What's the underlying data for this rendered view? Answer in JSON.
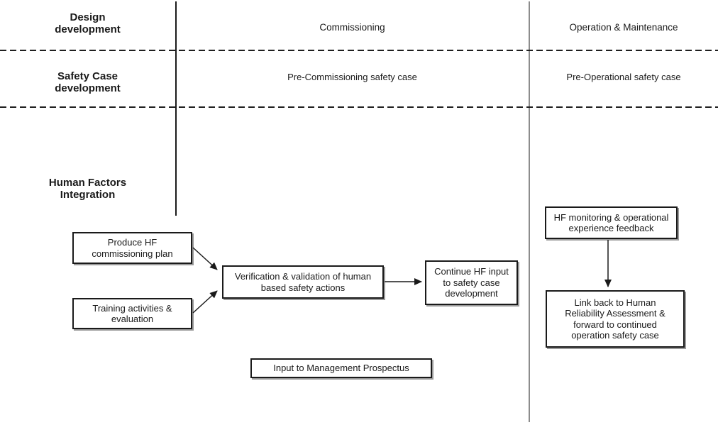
{
  "headers": {
    "commissioning": "Commissioning",
    "operation_maintenance": "Operation & Maintenance"
  },
  "row_labels": {
    "design_development": "Design\ndevelopment",
    "safety_case_development": "Safety Case\ndevelopment",
    "human_factors_integration": "Human Factors\nIntegration"
  },
  "safety_cases": {
    "pre_commissioning": "Pre-Commissioning safety case",
    "pre_operational": "Pre-Operational safety case"
  },
  "boxes": {
    "produce_hf": "Produce HF\ncommissioning plan",
    "training": "Training activities &\nevaluation",
    "verification": "Verification & validation of human\nbased safety actions",
    "continue_hf": "Continue HF input\nto safety case\ndevelopment",
    "hf_monitoring": "HF monitoring & operational\nexperience feedback",
    "link_back": "Link back to Human\nReliability Assessment &\nforward to continued\noperation safety case",
    "management_prospectus": "Input to Management Prospectus"
  },
  "edges": [
    {
      "from": "produce-hf-box",
      "to": "verification-box"
    },
    {
      "from": "training-box",
      "to": "verification-box"
    },
    {
      "from": "verification-box",
      "to": "continue-hf-box"
    },
    {
      "from": "hf-monitoring-box",
      "to": "link-back-box"
    }
  ],
  "colors": {
    "line_black": "#1a1a1a",
    "lane_divider_gray": "#8c8c8c",
    "box_shadow_gray": "#9a9a9a",
    "background": "#ffffff"
  }
}
